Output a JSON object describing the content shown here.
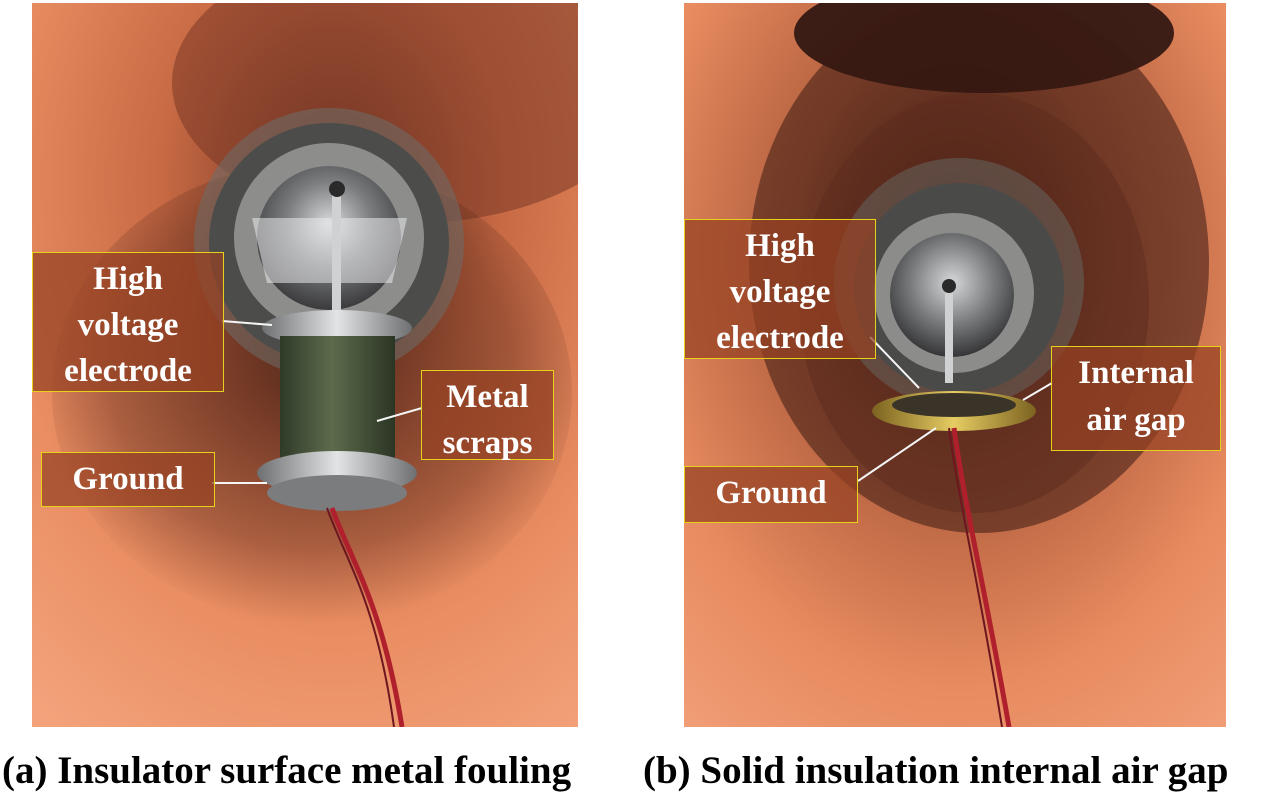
{
  "panels": [
    {
      "caption": "(a) Insulator surface metal fouling",
      "labels": {
        "high_voltage": [
          "High",
          "voltage",
          "electrode"
        ],
        "metal_scraps": [
          "Metal",
          "scraps"
        ],
        "ground": [
          "Ground"
        ]
      }
    },
    {
      "caption": "(b) Solid insulation internal air gap",
      "labels": {
        "high_voltage": [
          "High",
          "voltage",
          "electrode"
        ],
        "air_gap": [
          "Internal",
          "air gap"
        ],
        "ground": [
          "Ground"
        ]
      }
    }
  ],
  "colors": {
    "label_border": "#e6d21a",
    "label_fill": "#96412380",
    "tube_wall": "#e98a5e",
    "insulator_green": "#4a5a3c",
    "electrode_metal": "#b9bcbf",
    "wire": "#b0202c",
    "brass_ring": "#c9a93a"
  }
}
